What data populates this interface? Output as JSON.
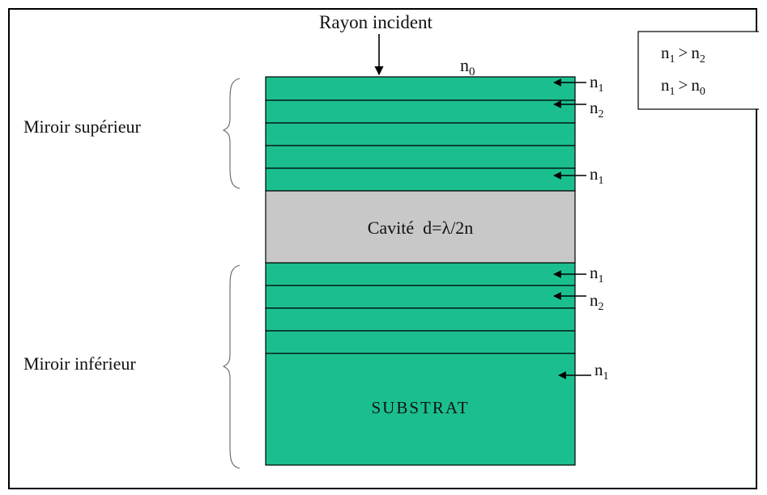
{
  "diagram": {
    "incident_ray_label": "Rayon incident",
    "top_index": {
      "base": "n",
      "sub": "0"
    },
    "relations": [
      {
        "a": "n",
        "a_sub": "1",
        "op": ">",
        "b": "n",
        "b_sub": "2"
      },
      {
        "a": "n",
        "a_sub": "1",
        "op": ">",
        "b": "n",
        "b_sub": "0"
      }
    ],
    "top_mirror_label": "Miroir supérieur",
    "bottom_mirror_label": "Miroir inférieur",
    "cavity_label": "Cavité  d=λ/2n",
    "substrate_label": "SUBSTRAT",
    "index_labels": [
      {
        "base": "n",
        "sub": "1"
      },
      {
        "base": "n",
        "sub": "2"
      },
      {
        "base": "n",
        "sub": "1"
      },
      {
        "base": "n",
        "sub": "1"
      },
      {
        "base": "n",
        "sub": "2"
      },
      {
        "base": "n",
        "sub": "1"
      }
    ],
    "colors": {
      "layer_green": "#1bbf8f",
      "cavity_gray": "#c8c8c8",
      "line": "#000000"
    }
  }
}
